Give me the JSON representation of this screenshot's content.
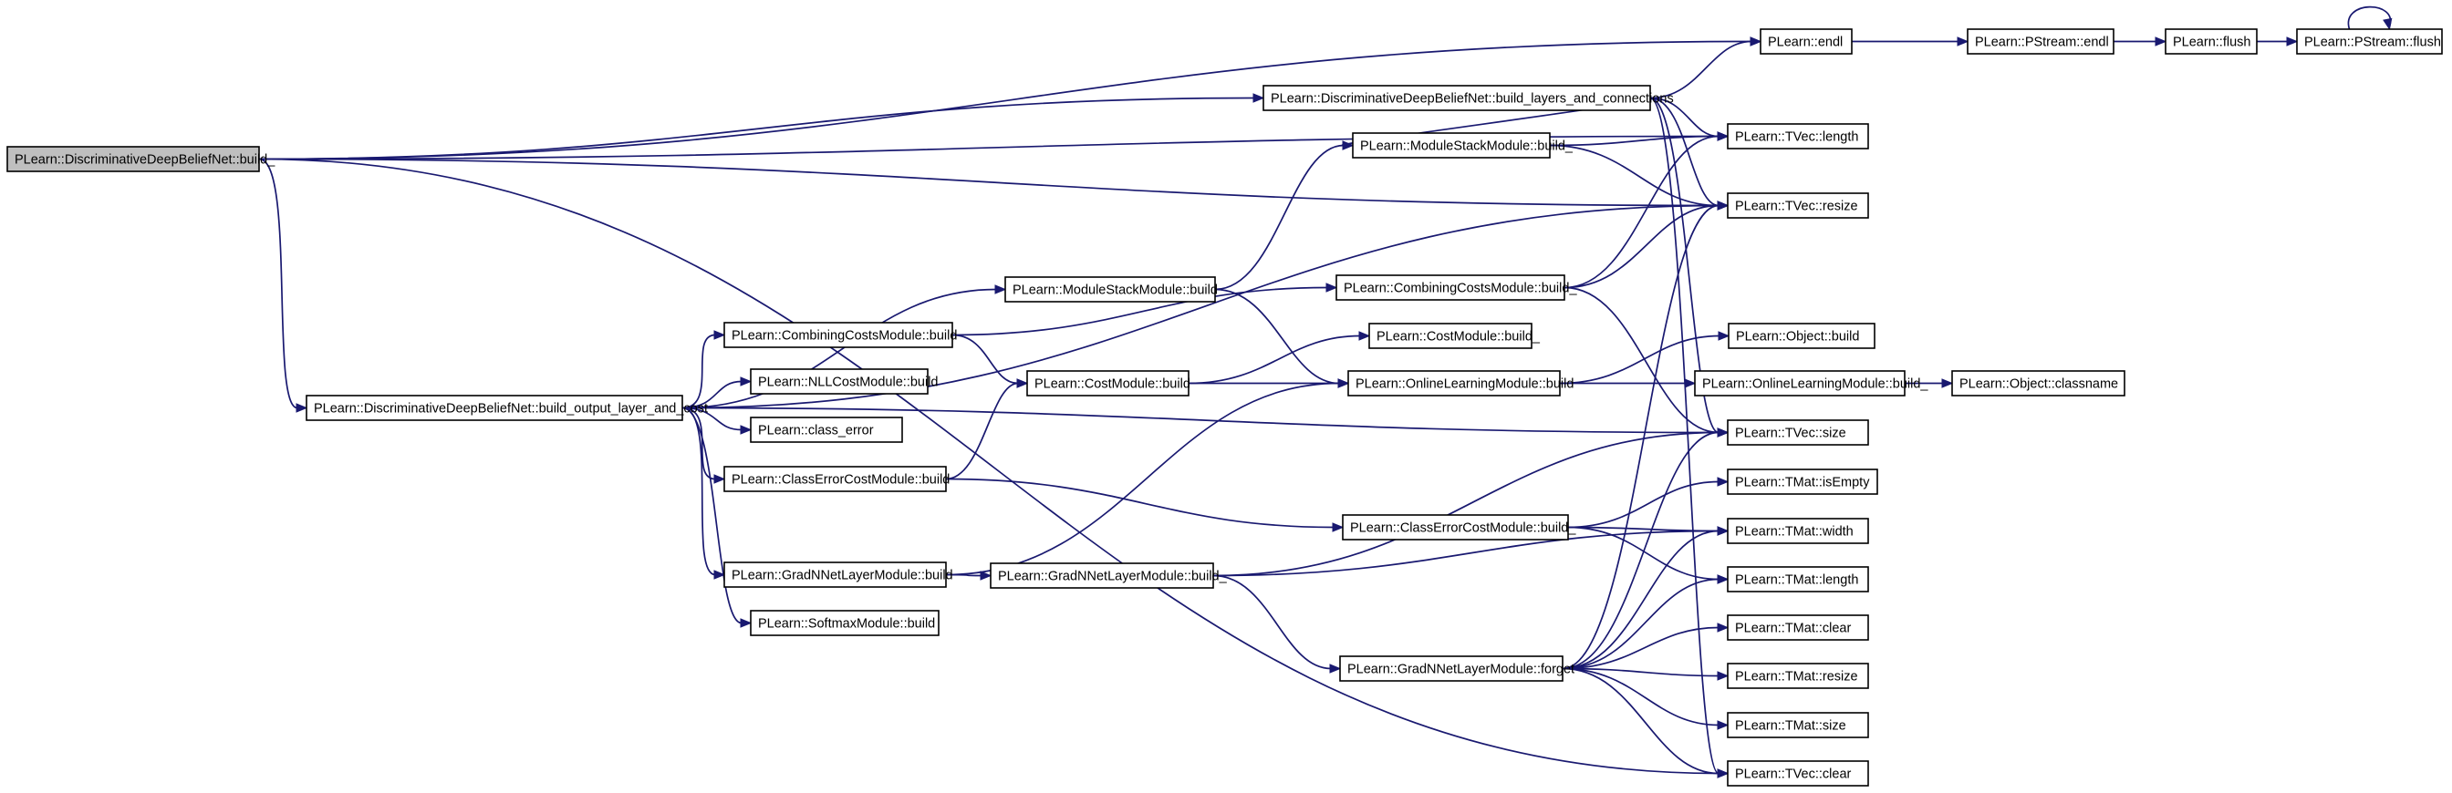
{
  "nodes": [
    {
      "id": "root",
      "label": "PLearn::DiscriminativeDeepBeliefNet::build_",
      "root": true
    },
    {
      "id": "outlayer",
      "label": "PLearn::DiscriminativeDeepBeliefNet::build_output_layer_and_cost"
    },
    {
      "id": "layersconn",
      "label": "PLearn::DiscriminativeDeepBeliefNet::build_layers_and_connections"
    },
    {
      "id": "endl",
      "label": "PLearn::endl"
    },
    {
      "id": "pstream_endl",
      "label": "PLearn::PStream::endl"
    },
    {
      "id": "flush",
      "label": "PLearn::flush"
    },
    {
      "id": "pstream_flush",
      "label": "PLearn::PStream::flush"
    },
    {
      "id": "tvec_length",
      "label": "PLearn::TVec::length"
    },
    {
      "id": "tvec_resize",
      "label": "PLearn::TVec::resize"
    },
    {
      "id": "msm_build_",
      "label": "PLearn::ModuleStackModule::build_"
    },
    {
      "id": "msm_build",
      "label": "PLearn::ModuleStackModule::build"
    },
    {
      "id": "ccm_build_",
      "label": "PLearn::CombiningCostsModule::build_"
    },
    {
      "id": "ccm_build",
      "label": "PLearn::CombiningCostsModule::build"
    },
    {
      "id": "cm_build_",
      "label": "PLearn::CostModule::build_"
    },
    {
      "id": "cm_build",
      "label": "PLearn::CostModule::build"
    },
    {
      "id": "olm_build",
      "label": "PLearn::OnlineLearningModule::build"
    },
    {
      "id": "obj_build",
      "label": "PLearn::Object::build"
    },
    {
      "id": "olm_build_",
      "label": "PLearn::OnlineLearningModule::build_"
    },
    {
      "id": "obj_classname",
      "label": "PLearn::Object::classname"
    },
    {
      "id": "nll_build",
      "label": "PLearn::NLLCostModule::build"
    },
    {
      "id": "class_error",
      "label": "PLearn::class_error"
    },
    {
      "id": "cecm_build",
      "label": "PLearn::ClassErrorCostModule::build"
    },
    {
      "id": "cecm_build_",
      "label": "PLearn::ClassErrorCostModule::build_"
    },
    {
      "id": "tvec_size",
      "label": "PLearn::TVec::size"
    },
    {
      "id": "tmat_isempty",
      "label": "PLearn::TMat::isEmpty"
    },
    {
      "id": "tmat_width",
      "label": "PLearn::TMat::width"
    },
    {
      "id": "tmat_length",
      "label": "PLearn::TMat::length"
    },
    {
      "id": "gnn_build",
      "label": "PLearn::GradNNetLayerModule::build"
    },
    {
      "id": "gnn_build_",
      "label": "PLearn::GradNNetLayerModule::build_"
    },
    {
      "id": "softmax_build",
      "label": "PLearn::SoftmaxModule::build"
    },
    {
      "id": "gnn_forget",
      "label": "PLearn::GradNNetLayerModule::forget"
    },
    {
      "id": "tmat_clear",
      "label": "PLearn::TMat::clear"
    },
    {
      "id": "tmat_resize",
      "label": "PLearn::TMat::resize"
    },
    {
      "id": "tmat_size",
      "label": "PLearn::TMat::size"
    },
    {
      "id": "tvec_clear",
      "label": "PLearn::TVec::clear"
    }
  ],
  "edges": [
    [
      "root",
      "endl"
    ],
    [
      "root",
      "tvec_length"
    ],
    [
      "root",
      "layersconn"
    ],
    [
      "root",
      "tvec_resize"
    ],
    [
      "root",
      "outlayer"
    ],
    [
      "root",
      "tvec_clear"
    ],
    [
      "layersconn",
      "endl"
    ],
    [
      "layersconn",
      "tvec_length"
    ],
    [
      "layersconn",
      "tvec_resize"
    ],
    [
      "layersconn",
      "msm_build_"
    ],
    [
      "layersconn",
      "tvec_size"
    ],
    [
      "layersconn",
      "tvec_clear"
    ],
    [
      "endl",
      "pstream_endl"
    ],
    [
      "pstream_endl",
      "flush"
    ],
    [
      "flush",
      "pstream_flush"
    ],
    [
      "pstream_flush",
      "pstream_flush"
    ],
    [
      "msm_build_",
      "tvec_length"
    ],
    [
      "msm_build_",
      "tvec_resize"
    ],
    [
      "outlayer",
      "tvec_resize"
    ],
    [
      "outlayer",
      "msm_build"
    ],
    [
      "outlayer",
      "ccm_build"
    ],
    [
      "outlayer",
      "nll_build"
    ],
    [
      "outlayer",
      "class_error"
    ],
    [
      "outlayer",
      "cecm_build"
    ],
    [
      "outlayer",
      "tvec_size"
    ],
    [
      "outlayer",
      "gnn_build"
    ],
    [
      "outlayer",
      "softmax_build"
    ],
    [
      "msm_build",
      "msm_build_"
    ],
    [
      "msm_build",
      "olm_build"
    ],
    [
      "ccm_build",
      "ccm_build_"
    ],
    [
      "ccm_build",
      "cm_build"
    ],
    [
      "ccm_build_",
      "tvec_length"
    ],
    [
      "ccm_build_",
      "tvec_resize"
    ],
    [
      "ccm_build_",
      "tvec_size"
    ],
    [
      "cm_build",
      "cm_build_"
    ],
    [
      "cm_build",
      "olm_build"
    ],
    [
      "olm_build",
      "obj_build"
    ],
    [
      "olm_build",
      "olm_build_"
    ],
    [
      "olm_build_",
      "obj_classname"
    ],
    [
      "cecm_build",
      "cm_build"
    ],
    [
      "cecm_build",
      "cecm_build_"
    ],
    [
      "cecm_build_",
      "tmat_isempty"
    ],
    [
      "cecm_build_",
      "tmat_width"
    ],
    [
      "cecm_build_",
      "tmat_length"
    ],
    [
      "gnn_build",
      "olm_build"
    ],
    [
      "gnn_build",
      "gnn_build_"
    ],
    [
      "gnn_build_",
      "tvec_size"
    ],
    [
      "gnn_build_",
      "tmat_width"
    ],
    [
      "gnn_build_",
      "gnn_forget"
    ],
    [
      "gnn_forget",
      "tvec_resize"
    ],
    [
      "gnn_forget",
      "tvec_size"
    ],
    [
      "gnn_forget",
      "tmat_width"
    ],
    [
      "gnn_forget",
      "tmat_length"
    ],
    [
      "gnn_forget",
      "tmat_clear"
    ],
    [
      "gnn_forget",
      "tmat_resize"
    ],
    [
      "gnn_forget",
      "tmat_size"
    ],
    [
      "gnn_forget",
      "tvec_clear"
    ]
  ]
}
